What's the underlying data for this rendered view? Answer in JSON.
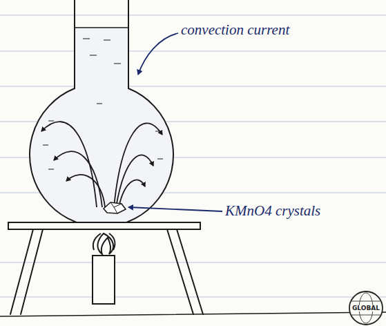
{
  "diagram": {
    "labels": [
      "convection current",
      "KMnO4 crystals",
      "GLOBAL"
    ]
  }
}
